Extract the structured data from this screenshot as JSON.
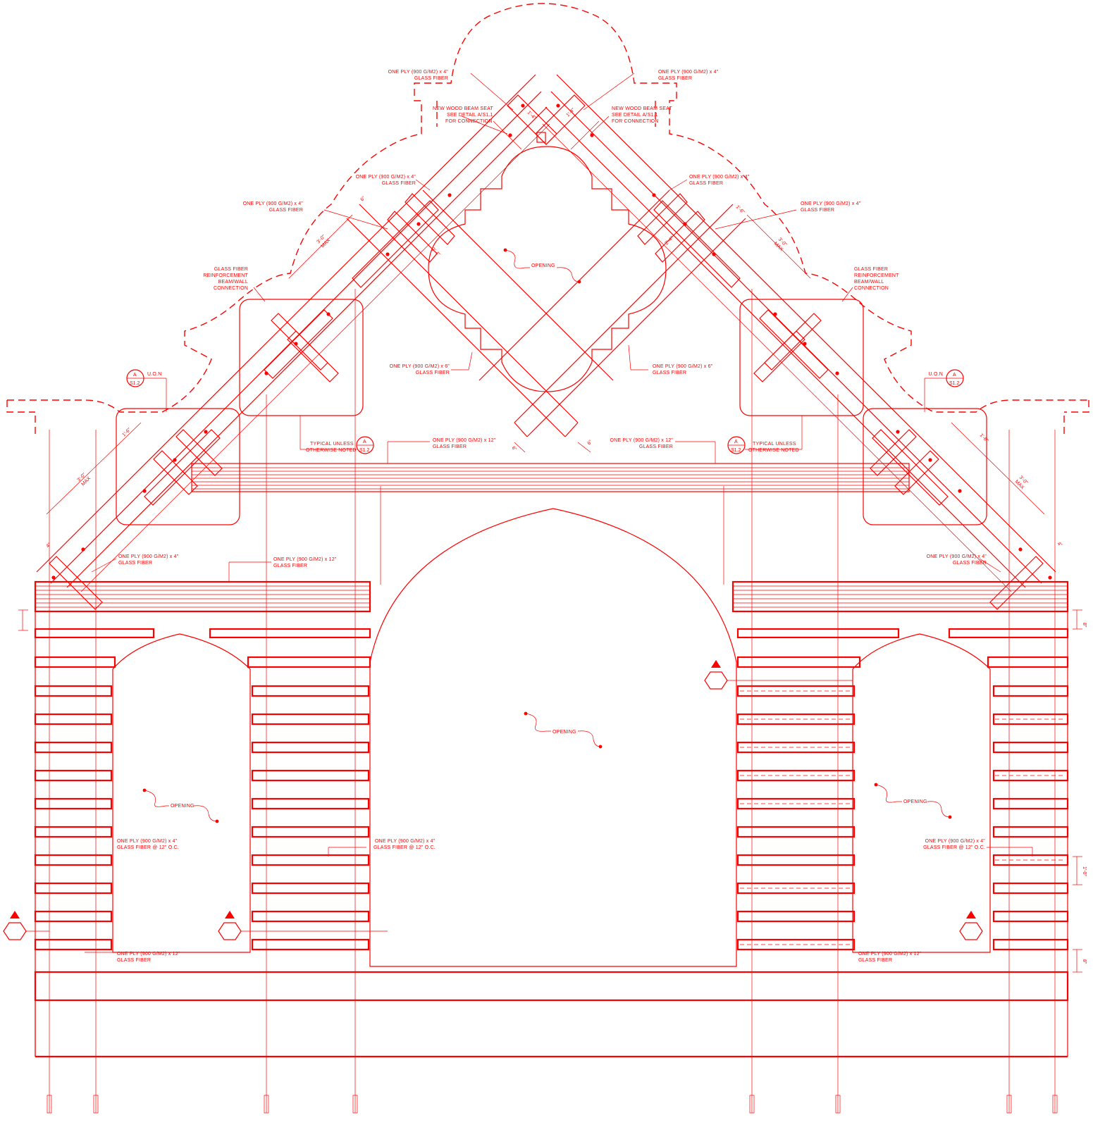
{
  "colors": {
    "line": "#ff0000",
    "background": "#ffffff"
  },
  "notes": {
    "ply4_top_left": [
      "ONE PLY (900 G/M2) x 4\"",
      "GLASS FIBER"
    ],
    "ply4_top_right": [
      "ONE PLY (900 G/M2) x 4\"",
      "GLASS FIBER"
    ],
    "beam_seat_left": [
      "NEW WOOD BEAM SEAT",
      "SEE DETAIL A/S1.1",
      "FOR CONNECTION"
    ],
    "beam_seat_right": [
      "NEW WOOD BEAM SEAT",
      "SEE DETAIL A/S1.1",
      "FOR CONNECTION"
    ],
    "ply4_mid_left": [
      "ONE PLY (900 G/M2) x 4\"",
      "GLASS FIBER"
    ],
    "ply4_mid_right": [
      "ONE PLY (900 G/M2) x 4\"",
      "GLASS FIBER"
    ],
    "ply4_far_left": [
      "ONE PLY (900 G/M2) x 4\"",
      "GLASS FIBER"
    ],
    "ply4_far_right": [
      "ONE PLY (900 G/M2) x 4\"",
      "GLASS FIBER"
    ],
    "reinf_left": [
      "GLASS FIBER",
      "REINFORCEMENT",
      "BEAM/WALL",
      "CONNECTION"
    ],
    "reinf_right": [
      "GLASS FIBER",
      "REINFORCEMENT",
      "BEAM/WALL",
      "CONNECTION"
    ],
    "ply6_left": [
      "ONE PLY (900 G/M2) x 6\"",
      "GLASS FIBER"
    ],
    "ply6_right": [
      "ONE PLY (900 G/M2) x 6\"",
      "GLASS FIBER"
    ],
    "typical_left": [
      "TYPICAL UNLESS",
      "OTHERWISE NOTED"
    ],
    "typical_right": [
      "TYPICAL UNLESS",
      "OTHERWISE NOTED"
    ],
    "ply12_top_left": [
      "ONE PLY (900 G/M2) x 12\"",
      "GLASS FIBER"
    ],
    "ply12_top_right": [
      "ONE PLY (900 G/M2) x 12\"",
      "GLASS FIBER"
    ],
    "ply4_low_left": [
      "ONE PLY (900 G/M2) x 4\"",
      "GLASS FIBER"
    ],
    "ply12_low_left": [
      "ONE PLY (900 G/M2) x 12\"",
      "GLASS FIBER"
    ],
    "ply4_low_right": [
      "ONE PLY (900 G/M2) x 4\"",
      "GLASS FIBER"
    ],
    "ply4oc_left": [
      "ONE PLY (900 G/M2) x 4\"",
      "GLASS FIBER @ 12\" O.C."
    ],
    "ply4oc_center": [
      "ONE PLY (900 G/M2) x 4\"",
      "GLASS FIBER @ 12\" O.C."
    ],
    "ply4oc_right": [
      "ONE PLY (900 G/M2) x 4\"",
      "GLASS FIBER @ 12\" O.C."
    ],
    "ply12_base_left": [
      "ONE PLY (900 G/M2) x 12\"",
      "GLASS FIBER"
    ],
    "ply12_base_right": [
      "ONE PLY (900 G/M2) x 12\"",
      "GLASS FIBER"
    ],
    "opening_top": "OPENING",
    "opening_center": "OPENING",
    "opening_left": "OPENING",
    "opening_right": "OPENING",
    "uon_left": "U.O.N",
    "uon_right": "U.O.N"
  },
  "detail_bubbles": {
    "left_upper": {
      "letter": "A",
      "sheet": "S1.2"
    },
    "right_upper": {
      "letter": "A",
      "sheet": "S1.2"
    },
    "left_typical": {
      "letter": "A",
      "sheet": "S1.2"
    },
    "right_typical": {
      "letter": "A",
      "sheet": "S1.2"
    }
  },
  "dimensions": {
    "max_3ft_label": "3'-0\"",
    "max_word": "MAX",
    "d1_4": "1'-4\"",
    "d2_4": "2'-4\"",
    "d6": "6\"",
    "d4": "4\"",
    "d8": "8\"",
    "d1_0": "1'-0\"",
    "d1_6": "1'-6\""
  }
}
